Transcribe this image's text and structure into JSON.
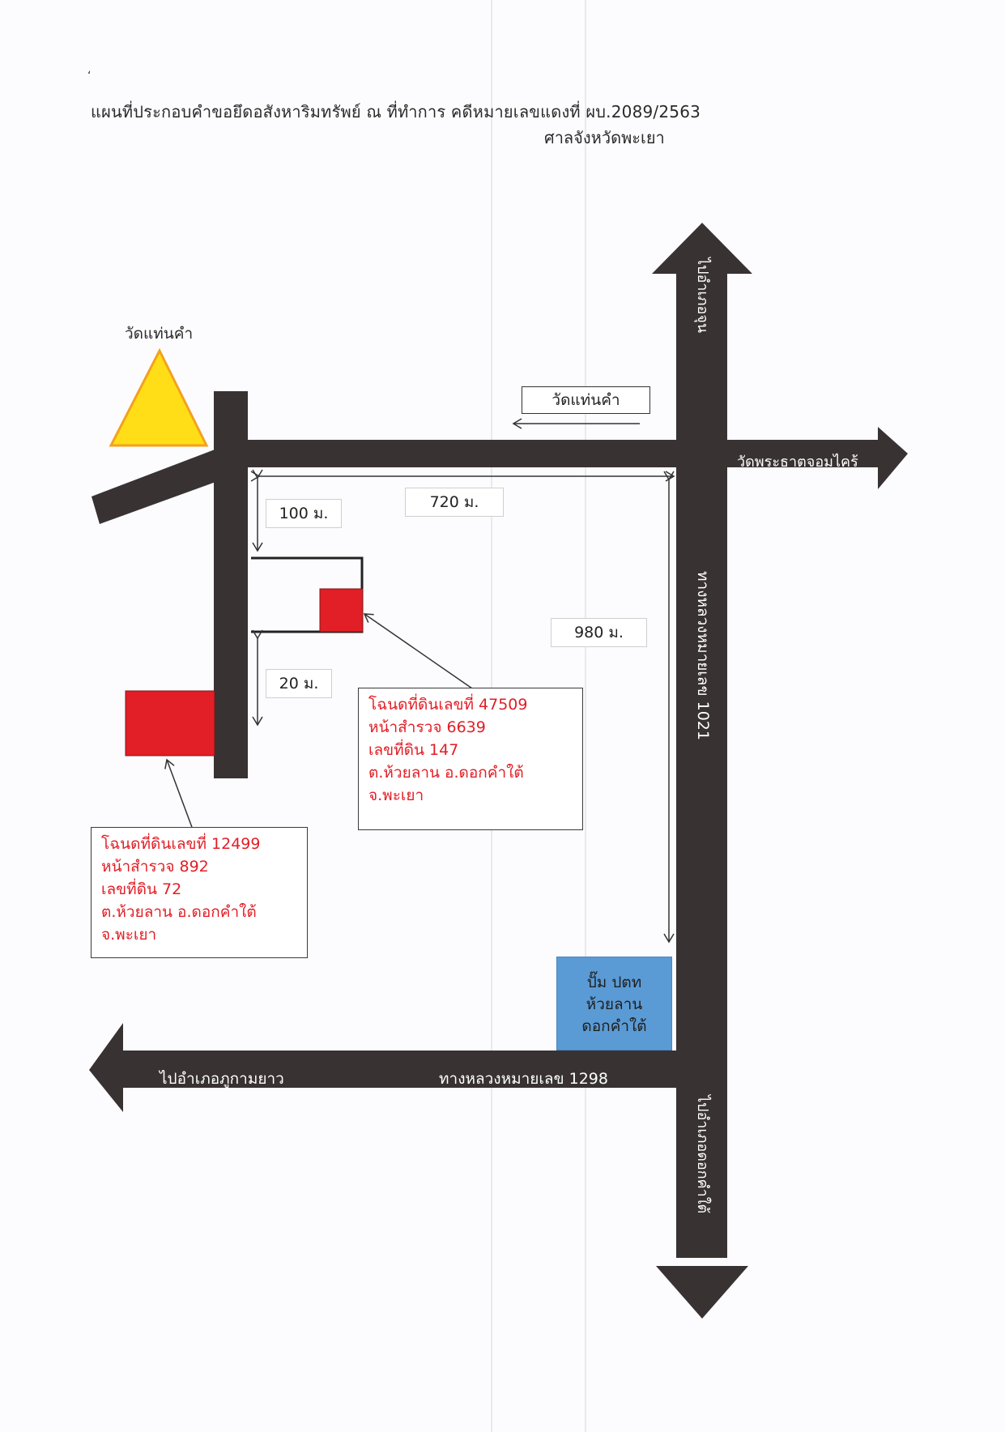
{
  "header": {
    "title": "แผนที่ประกอบคำขอยึดอสังหาริมทรัพย์ ณ ที่ทำการ คดีหมายเลขแดงที่ ผบ.2089/2563",
    "subtitle": "ศาลจังหวัดพะเยา",
    "corner_mark": "ʻ"
  },
  "landmarks": {
    "temple": "วัดแท่นคำ",
    "temple_sign": "วัดแท่นคำ"
  },
  "roads": {
    "north": "ไปอำเภอจุน",
    "east": "วัดพระธาตุจอมไคร้",
    "south": "ไปอำเภอดอกคำใต้",
    "west": "ไปอำเภอภูกามยาว",
    "highway_1021": "ทางหลวงหมายเลข 1021",
    "highway_1298": "ทางหลวงหมายเลข 1298"
  },
  "distances": {
    "d100": "100 ม.",
    "d720": "720 ม.",
    "d980": "980 ม.",
    "d20": "20 ม."
  },
  "deed_a": {
    "line1": "โฉนดที่ดินเลขที่ 47509",
    "line2": "หน้าสำรวจ 6639",
    "line3": "เลขที่ดิน 147",
    "line4": "ต.ห้วยลาน  อ.ดอกคำใต้",
    "line5": "จ.พะเยา"
  },
  "deed_b": {
    "line1": "โฉนดที่ดินเลขที่ 12499",
    "line2": "หน้าสำรวจ 892",
    "line3": "เลขที่ดิน 72",
    "line4": "ต.ห้วยลาน อ.ดอกคำใต้",
    "line5": "จ.พะเยา"
  },
  "pump": {
    "line1": "ปั๊ม ปตท",
    "line2": "ห้วยลาน",
    "line3": "ดอกคำใต้"
  },
  "colors": {
    "road": "#383232",
    "parcel": "#e21e26",
    "temple": "#ffde17",
    "pump": "#5b9bd5",
    "deed_text": "#e21e26"
  },
  "icons": [
    "temple-triangle-icon",
    "arrow-icon"
  ]
}
